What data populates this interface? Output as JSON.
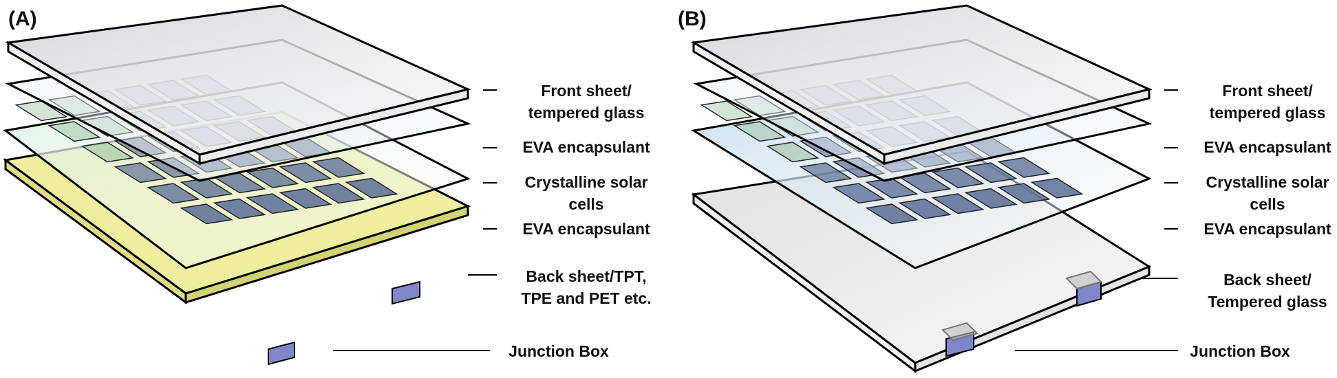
{
  "panels": [
    {
      "id": "A",
      "letter": "(A)",
      "labels": {
        "front": [
          "Front sheet/",
          "tempered glass"
        ],
        "eva_top": [
          "EVA encapsulant"
        ],
        "cells": [
          "Crystalline solar",
          "cells"
        ],
        "eva_bottom": [
          "EVA encapsulant"
        ],
        "back": [
          "Back sheet/TPT,",
          "TPE and PET etc."
        ],
        "junction": [
          "Junction Box"
        ]
      },
      "colors": {
        "back_sheet": "#eeee9e",
        "back_edge": "#d6d67a",
        "eva_tint": "#cfe8d6"
      }
    },
    {
      "id": "B",
      "letter": "(B)",
      "labels": {
        "front": [
          "Front sheet/",
          "tempered glass"
        ],
        "eva_top": [
          "EVA encapsulant"
        ],
        "cells": [
          "Crystalline solar",
          "cells"
        ],
        "eva_bottom": [
          "EVA encapsulant"
        ],
        "back": [
          "Back sheet/",
          "Tempered glass"
        ],
        "junction": [
          "Junction Box"
        ]
      },
      "colors": {
        "back_sheet": "#e6e6e6",
        "back_edge": "#c9c9c9",
        "eva_tint": "#bfdcef"
      }
    }
  ],
  "colors": {
    "glass": "#e4e6ea",
    "cell": "#5e7099",
    "cell_light": "#9fc3a4",
    "junction": "#7f86c9",
    "outline": "#000000"
  }
}
